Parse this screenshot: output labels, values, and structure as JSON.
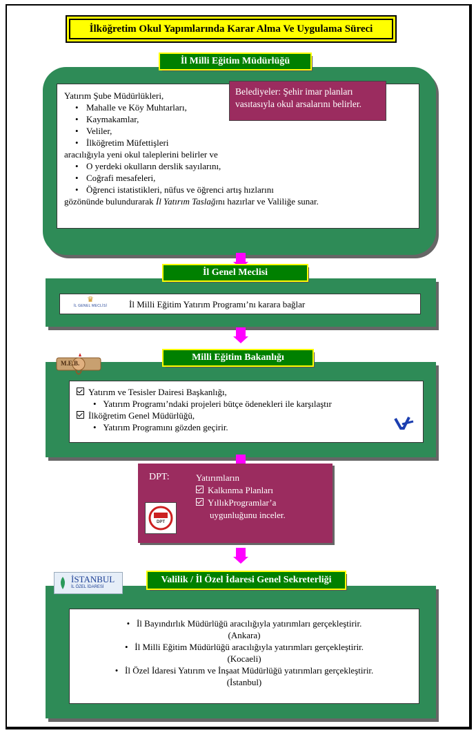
{
  "title": "İlköğretim Okul Yapımlarında Karar Alma Ve Uygulama Süreci",
  "stage1": {
    "label": "İl Milli Eğitim Müdürlüğü",
    "intro": "Yatırım Şube Müdürlükleri,",
    "list1": [
      "Mahalle ve Köy Muhtarları,",
      "Kaymakamlar,",
      "Veliler,",
      "İlköğretim Müfettişleri"
    ],
    "middle": "aracılığıyla yeni okul taleplerini belirler ve",
    "list2": [
      "O yerdeki okulların derslik sayılarını,",
      "Coğrafi mesafeleri,",
      "Öğrenci istatistikleri, nüfus ve öğrenci artış hızlarını"
    ],
    "closing_pre": "gözönünde bulundurarak ",
    "closing_em": "İl Yatırım Taslağı",
    "closing_post": "nı hazırlar ve Valiliğe sunar.",
    "belediye_note": "Belediyeler: Şehir imar planları vasıtasıyla okul arsalarını belirler."
  },
  "stage2": {
    "label": "İl Genel Meclisi",
    "logo_text": "İL GENEL MECLİSİ",
    "text": "İl Milli Eğitim Yatırım Programı’nı karara bağlar"
  },
  "stage3": {
    "label": "Milli Eğitim Bakanlığı",
    "logo_text": "M.E.B.",
    "item1": "Yatırım ve Tesisler Dairesi Başkanlığı,",
    "item1_sub": "Yatırım Programı’ndaki projeleri bütçe ödenekleri ile karşılaştır",
    "item2": "İlköğretim Genel Müdürlüğü,",
    "item2_sub": "Yatırım Programını gözden geçirir."
  },
  "stage4": {
    "label": "DPT:",
    "heading": "Yatırımların",
    "items": [
      "Kalkınma Planları",
      "YıllıkProgramlar’a"
    ],
    "tail": "uygunluğunu inceler.",
    "logo_text": "DPT"
  },
  "stage5": {
    "label": "Valilik /  İl Özel İdaresi Genel Sekreterliği",
    "logo_main": "İSTANBUL",
    "logo_sub": "İL ÖZEL İDARESİ",
    "items": [
      {
        "text": "İl Bayındırlık Müdürlüğü aracılığıyla yatırımları gerçekleştirir.",
        "city": "(Ankara)"
      },
      {
        "text": "İl Milli Eğitim Müdürlüğü aracılığıyla yatırımları gerçekleştirir.",
        "city": "(Kocaeli)"
      },
      {
        "text": "İl Özel İdaresi Yatırım ve İnşaat Müdürlüğü yatırımları gerçekleştirir.",
        "city": "(İstanbul)"
      }
    ]
  },
  "colors": {
    "green": "#2e8b57",
    "label_green": "#008000",
    "magenta": "#ff00ff",
    "purple": "#9b2c5f",
    "yellow": "#ffff00"
  }
}
